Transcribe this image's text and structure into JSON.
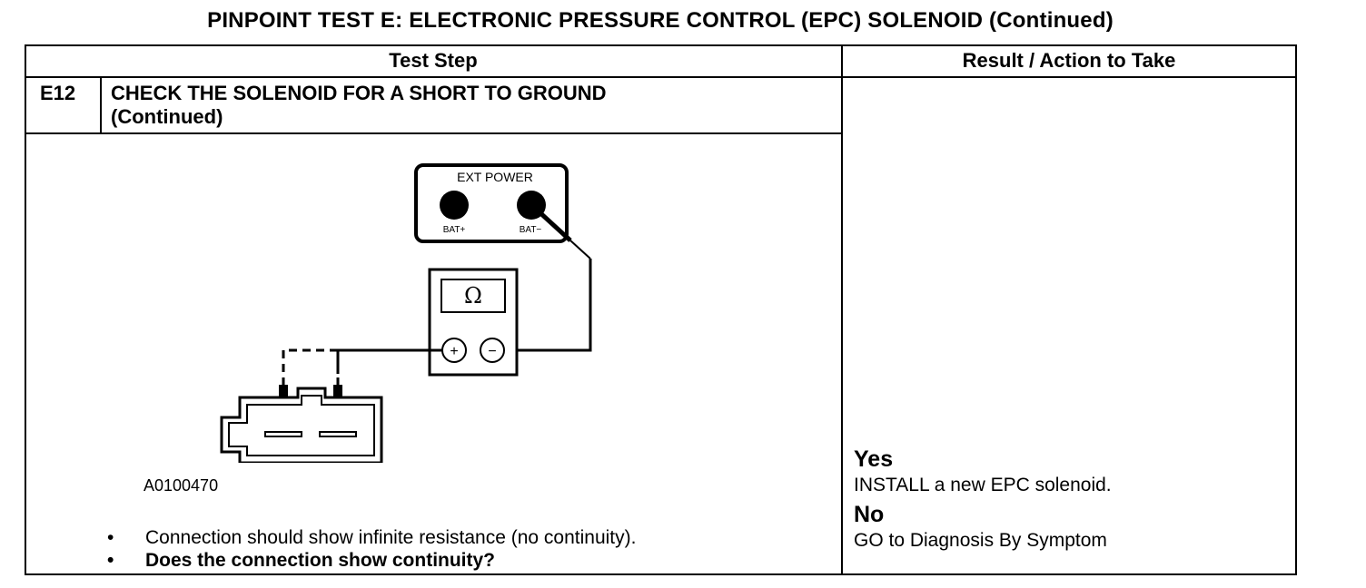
{
  "title": "PINPOINT TEST E: ELECTRONIC PRESSURE CONTROL (EPC) SOLENOID (Continued)",
  "table": {
    "col_test_step": "Test Step",
    "col_result": "Result / Action to Take"
  },
  "step": {
    "id": "E12",
    "title_line1": "CHECK THE SOLENOID FOR A SHORT TO GROUND",
    "title_line2": "(Continued)"
  },
  "diagram": {
    "ext_power_label": "EXT POWER",
    "bat_pos": "BAT+",
    "bat_neg": "BAT−",
    "ohm_symbol": "Ω",
    "plus": "+",
    "minus": "−",
    "figure_id": "A0100470"
  },
  "bullets": [
    "Connection should show infinite resistance (no continuity).",
    "Does the connection show continuity?"
  ],
  "results": {
    "yes_label": "Yes",
    "yes_action": "INSTALL a new EPC solenoid.",
    "no_label": "No",
    "no_action": "GO to Diagnosis By Symptom"
  }
}
